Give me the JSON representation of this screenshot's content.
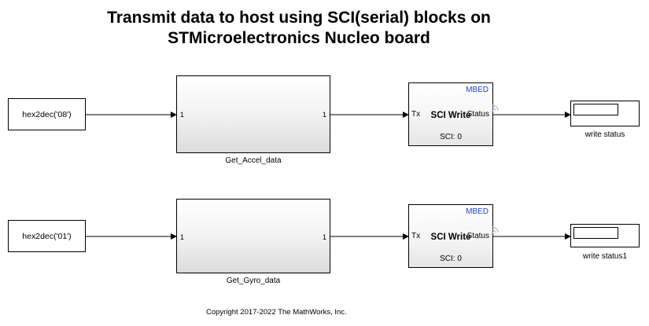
{
  "title": {
    "line1": "Transmit data to host using SCI(serial) blocks on",
    "line2": "STMicroelectronics Nucleo board"
  },
  "rows": [
    {
      "constant": "hex2dec('08')",
      "subsystem": {
        "name": "Get_Accel_data",
        "in_port": "1",
        "out_port": "1"
      },
      "sci": {
        "vendor": "MBED",
        "title": "SCI Write",
        "input": "Tx",
        "output": "Status",
        "module": "SCI: 0"
      },
      "display_name": "write status"
    },
    {
      "constant": "hex2dec('01')",
      "subsystem": {
        "name": "Get_Gyro_data",
        "in_port": "1",
        "out_port": "1"
      },
      "sci": {
        "vendor": "MBED",
        "title": "SCI Write",
        "input": "Tx",
        "output": "Status",
        "module": "SCI: 0"
      },
      "display_name": "write status1"
    }
  ],
  "copyright": "Copyright 2017-2022 The MathWorks, Inc.",
  "colors": {
    "vendor_tag": "#1f3fd6",
    "wifi_icon": "#a9bfd9",
    "wire": "#000000"
  }
}
